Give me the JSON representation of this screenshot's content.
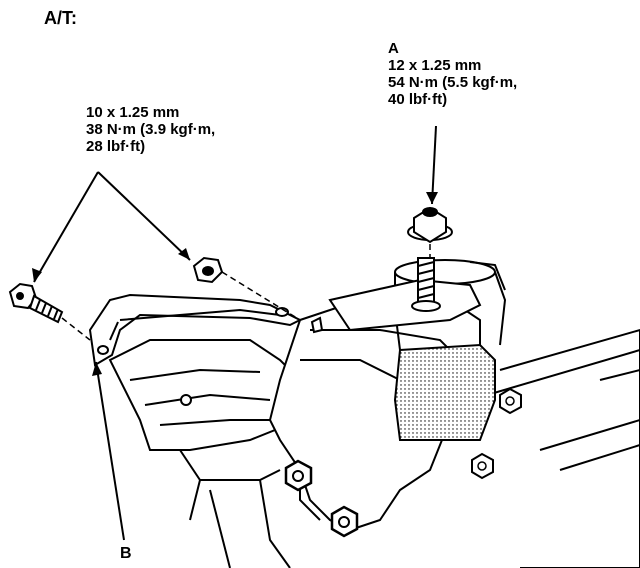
{
  "heading": "A/T:",
  "callouts": {
    "a": {
      "letter": "A",
      "size": "12 x 1.25 mm",
      "torque_nm": "54 N·m (5.5 kgf·m,",
      "torque_lbf": "40 lbf·ft)"
    },
    "bolts": {
      "size": "10 x 1.25 mm",
      "torque_nm": "38 N·m (3.9 kgf·m,",
      "torque_lbf": "28 lbf·ft)"
    },
    "b": {
      "letter": "B"
    }
  },
  "colors": {
    "ink": "#000000",
    "paper": "#ffffff",
    "shade": "#d8d8d8"
  }
}
